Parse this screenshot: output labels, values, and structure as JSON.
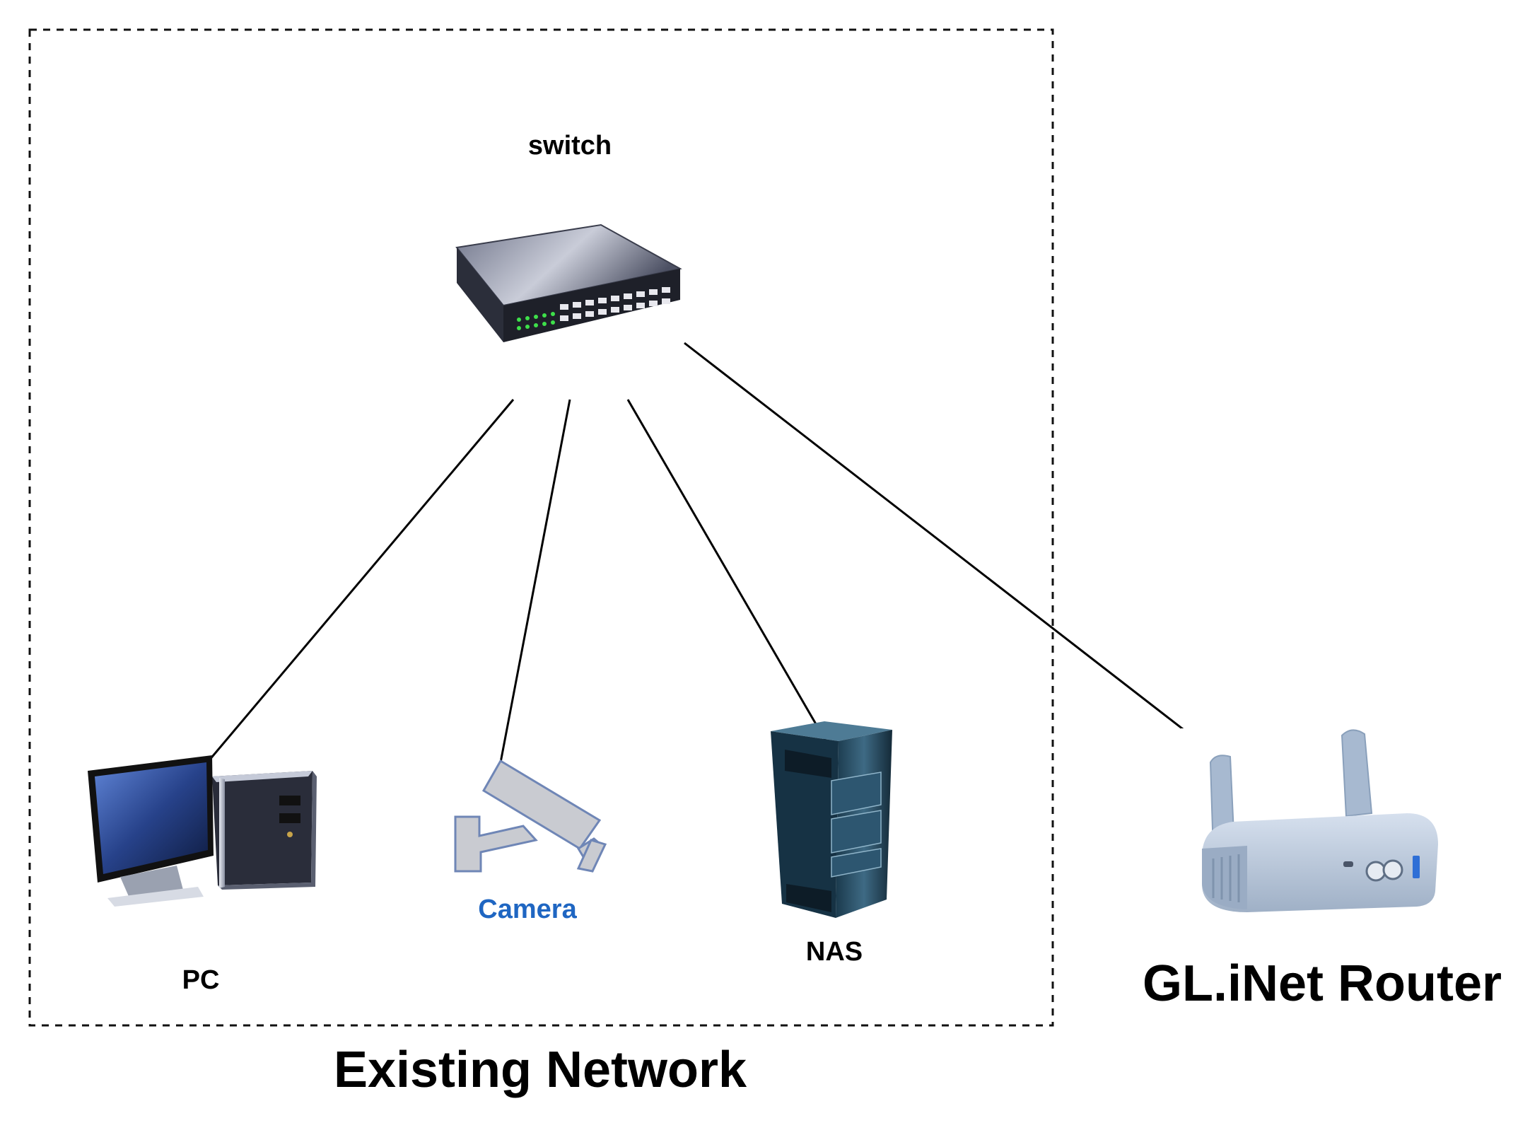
{
  "diagram": {
    "group_label": "Existing Network",
    "nodes": {
      "switch": {
        "label": "switch"
      },
      "pc": {
        "label": "PC"
      },
      "camera": {
        "label": "Camera",
        "label_color": "#1f66c2"
      },
      "nas": {
        "label": "NAS"
      },
      "router": {
        "label": "GL.iNet Router"
      }
    },
    "connections": [
      {
        "from": "switch",
        "to": "pc"
      },
      {
        "from": "switch",
        "to": "camera"
      },
      {
        "from": "switch",
        "to": "nas"
      },
      {
        "from": "switch",
        "to": "router"
      }
    ],
    "icons": {
      "switch": "network-switch-icon",
      "pc": "desktop-computer-icon",
      "camera": "security-camera-icon",
      "nas": "server-rack-icon",
      "router": "travel-router-icon"
    }
  }
}
